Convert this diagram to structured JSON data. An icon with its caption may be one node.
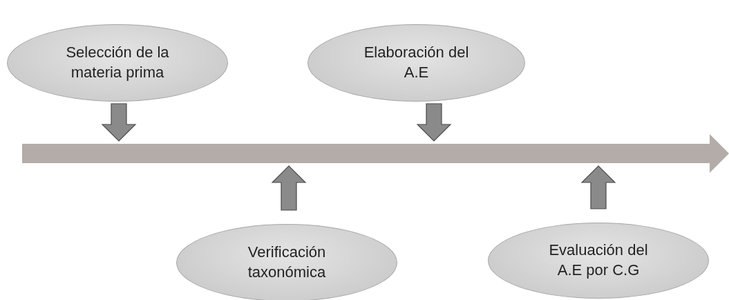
{
  "diagram": {
    "nodes": [
      {
        "text": [
          "Selección de la materia prima"
        ]
      },
      {
        "text": [
          "Elaboración del A.E"
        ]
      },
      {
        "text": [],
        "shape": "bar"
      },
      {
        "text": [
          "Verificación taxonómica"
        ]
      },
      {
        "text": [
          "Evaluación del A.E por C.G"
        ]
      }
    ],
    "edges": [
      {
        "from": 0,
        "to": 2,
        "arrow": "to"
      },
      {
        "from": 1,
        "to": 2,
        "arrow": "to"
      },
      {
        "from": 3,
        "to": 2,
        "arrow": "to"
      },
      {
        "from": 4,
        "to": 2,
        "arrow": "to"
      }
    ]
  }
}
